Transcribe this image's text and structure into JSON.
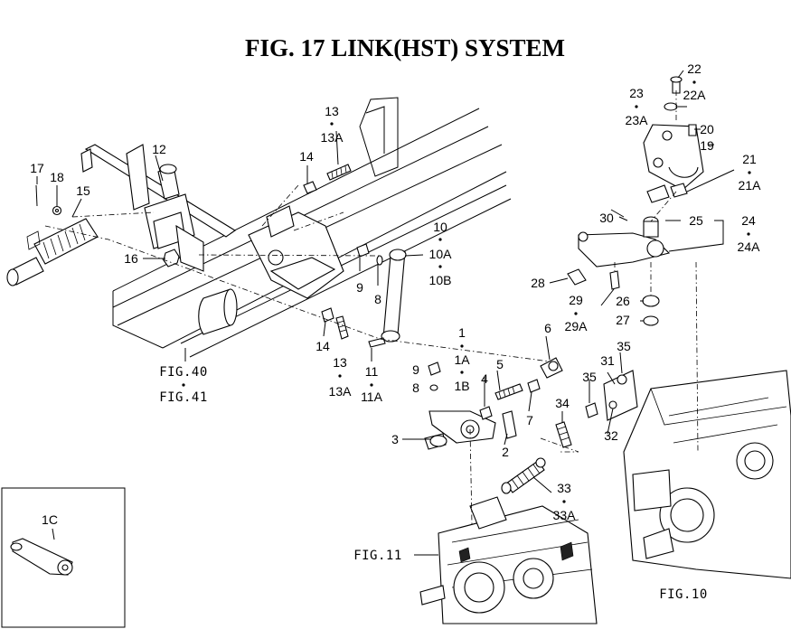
{
  "title": "FIG. 17  LINK(HST) SYSTEM",
  "callouts": {
    "c1": "1",
    "c1A": "1A",
    "c1B": "1B",
    "c1C": "1C",
    "c2": "2",
    "c3": "3",
    "c4": "4",
    "c5": "5",
    "c6": "6",
    "c7": "7",
    "c8a": "8",
    "c8b": "8",
    "c9a": "9",
    "c9b": "9",
    "c10": "10",
    "c10A": "10A",
    "c10B": "10B",
    "c11": "11",
    "c11A": "11A",
    "c12": "12",
    "c13a": "13",
    "c13Aa": "13A",
    "c13b": "13",
    "c13Ab": "13A",
    "c14a": "14",
    "c14b": "14",
    "c15": "15",
    "c16": "16",
    "c17": "17",
    "c18": "18",
    "c19": "19",
    "c20": "20",
    "c21": "21",
    "c21A": "21A",
    "c22": "22",
    "c22A": "22A",
    "c23": "23",
    "c23A": "23A",
    "c24": "24",
    "c24A": "24A",
    "c25": "25",
    "c26": "26",
    "c27": "27",
    "c28": "28",
    "c29": "29",
    "c29A": "29A",
    "c30": "30",
    "c31": "31",
    "c32": "32",
    "c33": "33",
    "c33A": "33A",
    "c34": "34",
    "c35a": "35",
    "c35b": "35"
  },
  "refs": {
    "fig40": "FIG.40",
    "fig41": "FIG.41",
    "fig11": "FIG.11",
    "fig10": "FIG.10"
  }
}
